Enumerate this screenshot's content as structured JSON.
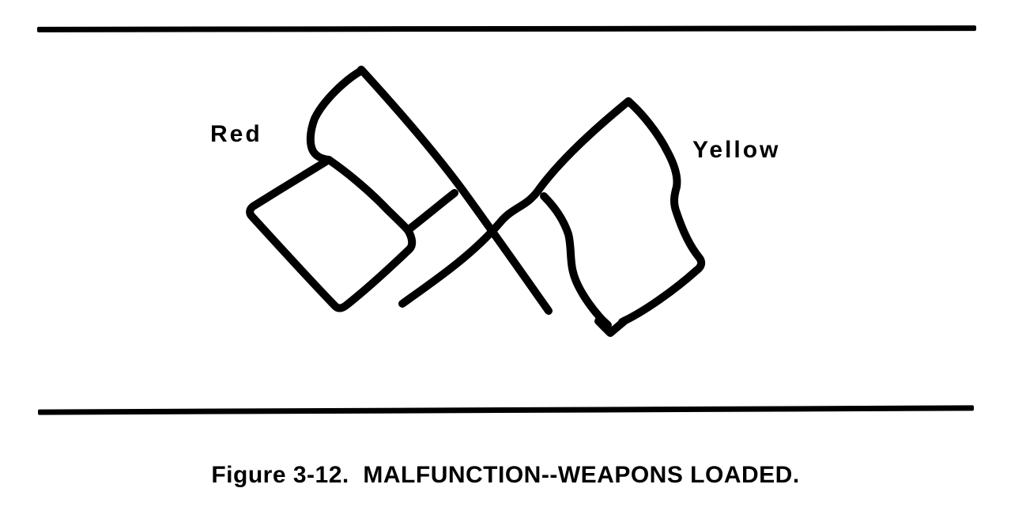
{
  "figure": {
    "caption": "Figure 3-12.  MALFUNCTION--WEAPONS LOADED.",
    "flags": [
      {
        "label": "Red",
        "position": "left"
      },
      {
        "label": "Yellow",
        "position": "right"
      }
    ],
    "ink_color": "#000000",
    "paper_color": "#ffffff"
  }
}
